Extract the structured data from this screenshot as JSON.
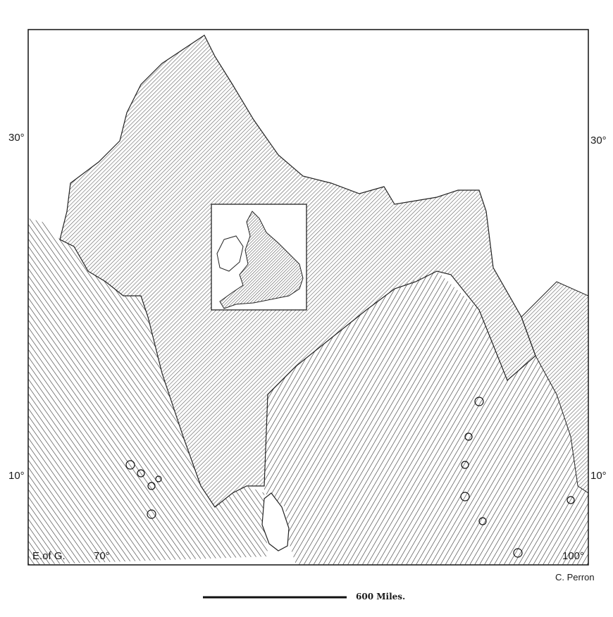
{
  "map": {
    "labels": {
      "lat_30_left": "30°",
      "lat_30_right": "30°",
      "lat_10_left": "10°",
      "lat_10_right": "10°",
      "lon_70": "70°",
      "lon_100": "100°",
      "greenwich_note": "E.of G."
    },
    "credit": "C. Perron",
    "scale": {
      "label": "600 Miles."
    },
    "inset": {
      "subject": "England and Wales at same scale"
    },
    "colors": {
      "ink": "#1a1a1a",
      "paper": "#ffffff"
    }
  }
}
